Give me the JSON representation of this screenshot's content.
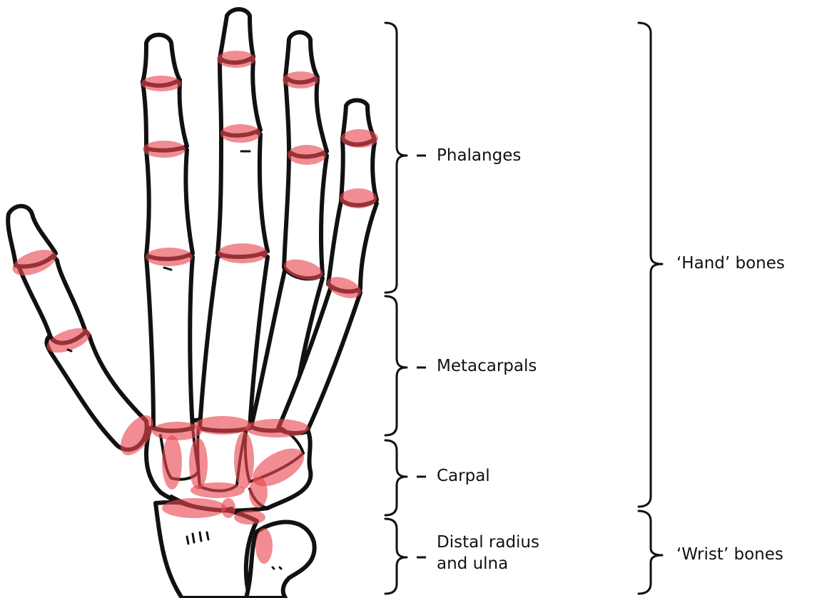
{
  "labels": {
    "phalanges": "Phalanges",
    "metacarpals": "Metacarpals",
    "carpal": "Carpal",
    "distal_line1": "Distal radius",
    "distal_line2": "and ulna",
    "hand_bones": "‘Hand’ bones",
    "wrist_bones": "‘Wrist’ bones"
  },
  "colors": {
    "bone_outline": "#111111",
    "joint_highlight": "#e8474f",
    "background": "#ffffff",
    "text": "#111111"
  }
}
